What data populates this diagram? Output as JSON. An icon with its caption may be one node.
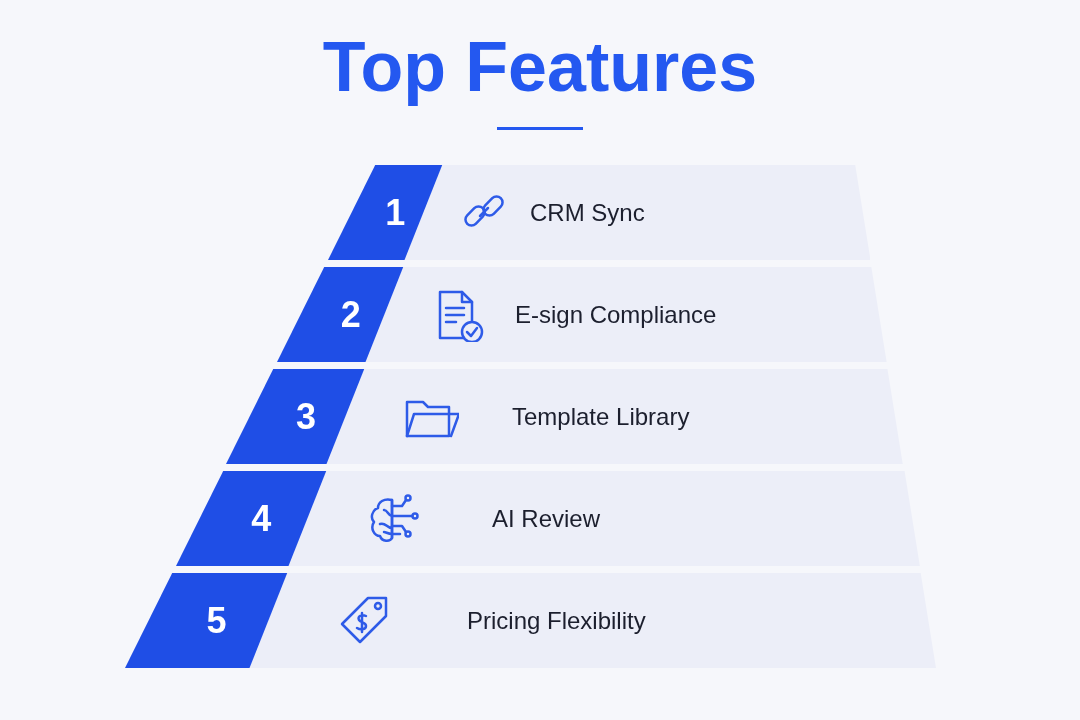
{
  "diagram": {
    "title": "Top Features",
    "nodes": [
      {
        "text": [
          "1",
          "CRM Sync"
        ]
      },
      {
        "text": [
          "2",
          "E-sign Compliance"
        ]
      },
      {
        "text": [
          "3",
          "Template Library"
        ]
      },
      {
        "text": [
          "4",
          "AI Review"
        ]
      },
      {
        "text": [
          "5",
          "Pricing Flexibility"
        ]
      }
    ],
    "edges": []
  }
}
